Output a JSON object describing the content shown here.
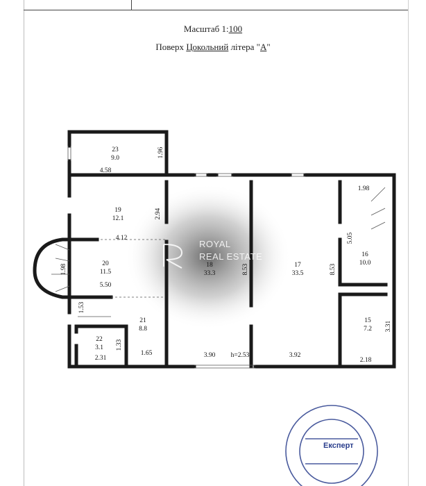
{
  "header": {
    "scale_prefix": "Масштаб 1:",
    "scale_value": "100",
    "floor_prefix": "Поверх ",
    "floor_name": "Цокольний",
    "floor_middle": " літера \"",
    "floor_letter": "А",
    "floor_suffix": "\""
  },
  "rooms": [
    {
      "id": "23",
      "area": "9.0"
    },
    {
      "id": "19",
      "area": "12.1"
    },
    {
      "id": "20",
      "area": "11.5"
    },
    {
      "id": "21",
      "area": "8.8"
    },
    {
      "id": "22",
      "area": "3.1"
    },
    {
      "id": "18",
      "area": "33.3"
    },
    {
      "id": "17",
      "area": "33.5"
    },
    {
      "id": "16",
      "area": "10.0"
    },
    {
      "id": "15",
      "area": "7.2"
    }
  ],
  "dimensions": {
    "d_458": "4.58",
    "d_196": "1.96",
    "d_294": "2.94",
    "d_412": "4.12",
    "d_198": "1.98",
    "d_550": "5.50",
    "d_153": "1.53",
    "d_133": "1.33",
    "d_231": "2.31",
    "d_165": "1.65",
    "d_390": "3.90",
    "d_height": "h=2.53",
    "d_392": "3.92",
    "d_853a": "8.53",
    "d_853b": "8.53",
    "d_198b": "1.98",
    "d_505": "5.05",
    "d_331": "3.31",
    "d_218": "2.18"
  },
  "watermark": {
    "line1": "ROYAL",
    "line2": "REAL ESTATE"
  },
  "stamp": {
    "title": "Експерт"
  },
  "colors": {
    "wall": "#1a1a1a",
    "stamp_blue": "#2a3e8c"
  }
}
